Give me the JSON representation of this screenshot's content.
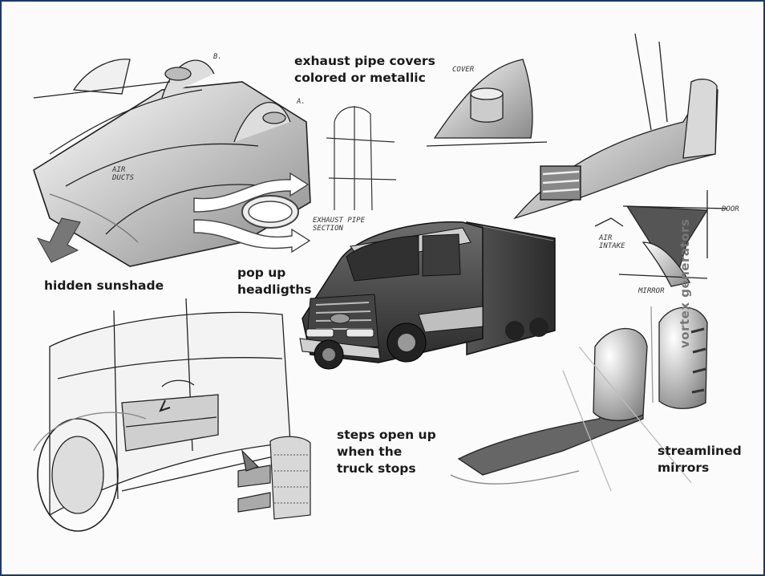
{
  "captions": {
    "exhaust_line1": "exhaust pipe covers",
    "exhaust_line2": "colored or metallic",
    "hidden_sunshade": "hidden sunshade",
    "popup_line1": "pop up",
    "popup_line2": "headligths",
    "steps_line1": "steps open up",
    "steps_line2": "when the",
    "steps_line3": "truck stops",
    "streamlined_line1": "streamlined",
    "streamlined_line2": "mirrors",
    "vortex_generators": "vortex generators"
  },
  "sketch_notes": {
    "marker_b": "B.",
    "marker_a": "A.",
    "cover": "COVER",
    "air_ducts_line1": "AIR",
    "air_ducts_line2": "DUCTS",
    "exhaust_section_line1": "EXHAUST PIPE",
    "exhaust_section_line2": "SECTION",
    "door": "DOOR",
    "air_intake_line1": "AIR",
    "air_intake_line2": "INTAKE",
    "mirror": "MIRROR"
  },
  "colors": {
    "frame_border": "#1f3a5f",
    "ink": "#1a1a1a",
    "shade": "#9a9a9a"
  }
}
